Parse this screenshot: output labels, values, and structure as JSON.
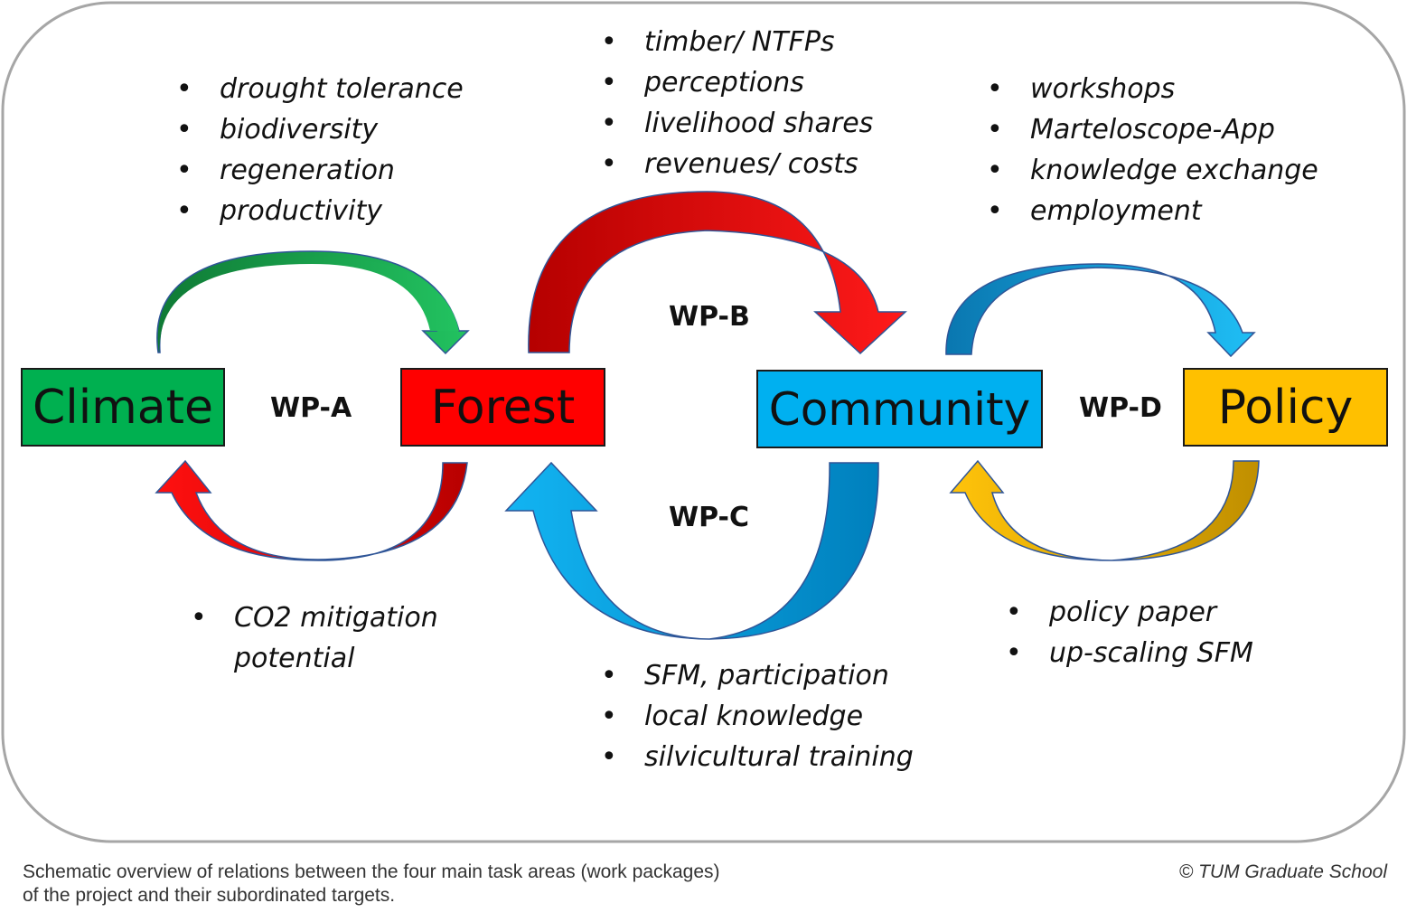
{
  "nodes": {
    "climate": {
      "label": "Climate",
      "color": "#00b050"
    },
    "forest": {
      "label": "Forest",
      "color": "#ff0000"
    },
    "community": {
      "label": "Community",
      "color": "#00b0f0"
    },
    "policy": {
      "label": "Policy",
      "color": "#ffc000"
    }
  },
  "work_packages": {
    "a": "WP-A",
    "b": "WP-B",
    "c": "WP-C",
    "d": "WP-D"
  },
  "targets": {
    "climate_forest_top": [
      "drought tolerance",
      "biodiversity",
      "regeneration",
      "productivity"
    ],
    "forest_community_top": [
      "timber/ NTFPs",
      "perceptions",
      "livelihood shares",
      "revenues/ costs"
    ],
    "community_policy_top": [
      "workshops",
      "Marteloscope-App",
      "knowledge exchange",
      "employment"
    ],
    "forest_climate_bottom": [
      "CO2 mitigation potential"
    ],
    "community_forest_bottom": [
      "SFM, participation",
      "local knowledge",
      "silvicultural training"
    ],
    "policy_community_bottom": [
      "policy paper",
      "up-scaling SFM"
    ]
  },
  "caption": {
    "line1": "Schematic overview of relations between the four main task areas (work packages)",
    "line2": "of the project and their subordinated targets.",
    "credit": "© TUM Graduate School"
  }
}
